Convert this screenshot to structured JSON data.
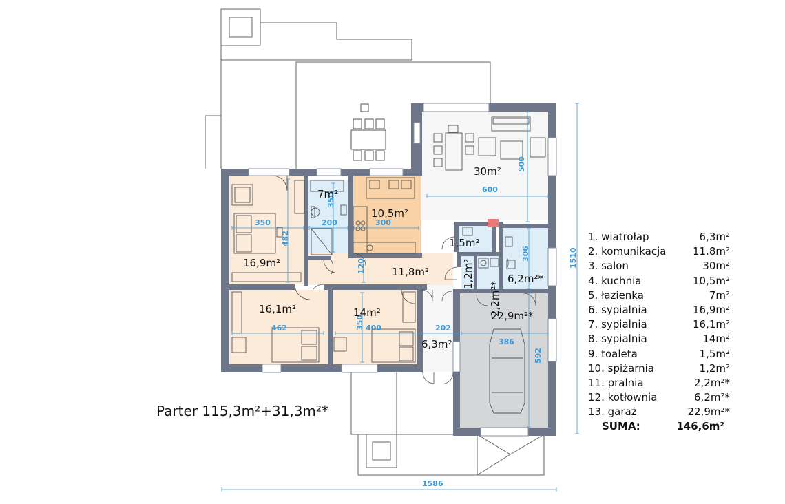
{
  "plan": {
    "title": "Parter 115,3m²+31,3m²*",
    "rooms": [
      {
        "id": "salon",
        "area": "30m²"
      },
      {
        "id": "lazienka",
        "area": "7m²"
      },
      {
        "id": "kuchnia",
        "area": "10,5m²"
      },
      {
        "id": "toaleta",
        "area": "1,5m²"
      },
      {
        "id": "sypialnia-1",
        "area": "16,9m²"
      },
      {
        "id": "komunikacja",
        "area": "11,8m²"
      },
      {
        "id": "spizarnia",
        "area": "1,2m²"
      },
      {
        "id": "pralnia",
        "area": "2,2m²*"
      },
      {
        "id": "kotlownia",
        "area": "6,2m²*"
      },
      {
        "id": "sypialnia-2",
        "area": "16,1m²"
      },
      {
        "id": "sypialnia-3",
        "area": "14m²"
      },
      {
        "id": "garaz",
        "area": "22,9m²*"
      },
      {
        "id": "wiatrolap",
        "area": "6,3m²"
      }
    ],
    "dimensions": [
      "500",
      "600",
      "350",
      "350",
      "200",
      "300",
      "482",
      "120",
      "462",
      "350",
      "400",
      "202",
      "386",
      "306",
      "592",
      "1510",
      "1586"
    ]
  },
  "legend": {
    "rows": [
      {
        "name": "1. wiatrołap",
        "area": "6,3m²"
      },
      {
        "name": "2. komunikacja",
        "area": "11.8m²"
      },
      {
        "name": "3. salon",
        "area": "30m²"
      },
      {
        "name": "4. kuchnia",
        "area": "10,5m²"
      },
      {
        "name": "5. łazienka",
        "area": "7m²"
      },
      {
        "name": "6. sypialnia",
        "area": "16,9m²"
      },
      {
        "name": "7. sypialnia",
        "area": "16,1m²"
      },
      {
        "name": "8. sypialnia",
        "area": "14m²"
      },
      {
        "name": "9. toaleta",
        "area": "1,5m²"
      },
      {
        "name": "10. spiżarnia",
        "area": "1,2m²"
      },
      {
        "name": "11. pralnia",
        "area": "2,2m²*"
      },
      {
        "name": "12. kotłownia",
        "area": "6,2m²*"
      },
      {
        "name": "13. garaż",
        "area": "22,9m²*"
      }
    ],
    "total_label": "SUMA:",
    "total_value": "146,6m²"
  },
  "colors": {
    "wall": "#6e7789",
    "floor": "#f6f6f6",
    "bedroom": "#fdebd9",
    "kitchen": "#f9d3a7",
    "bath": "#ddeef9",
    "garage": "#d5d6d8",
    "dimension": "#3d9ad8",
    "outline": "#666666"
  }
}
